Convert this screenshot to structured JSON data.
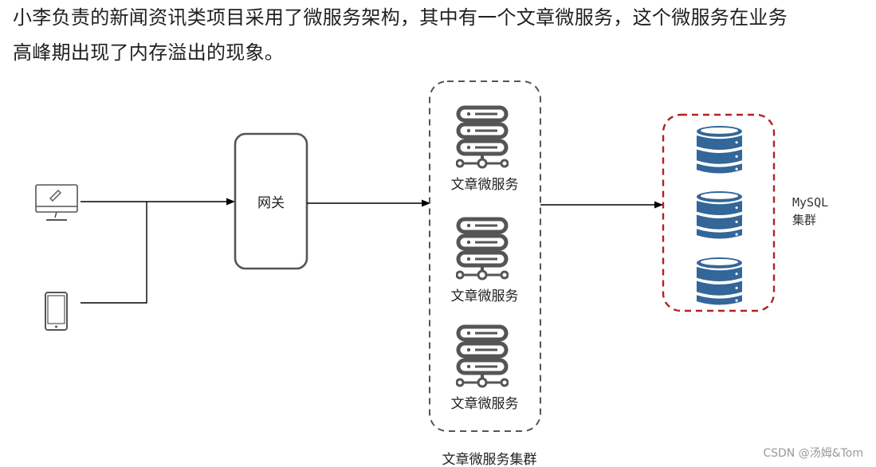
{
  "intro": {
    "line1": "小李负责的新闻资讯类项目采用了微服务架构，其中有一个文章微服务，这个微服务在业务",
    "line2": "高峰期出现了内存溢出的现象。"
  },
  "diagram": {
    "gateway_label": "网关",
    "service_label": "文章微服务",
    "service_cluster_label": "文章微服务集群",
    "mysql_label_line1": "MySQL",
    "mysql_label_line2": "集群"
  },
  "watermark": "CSDN @汤姆&Tom",
  "colors": {
    "node_stroke": "#555555",
    "server_icon": "#555555",
    "db_fill": "#336699",
    "mysql_border": "#b22222",
    "edge": "#000000"
  },
  "icons": [
    "desktop-icon",
    "mobile-phone-icon",
    "server-icon",
    "database-icon"
  ]
}
